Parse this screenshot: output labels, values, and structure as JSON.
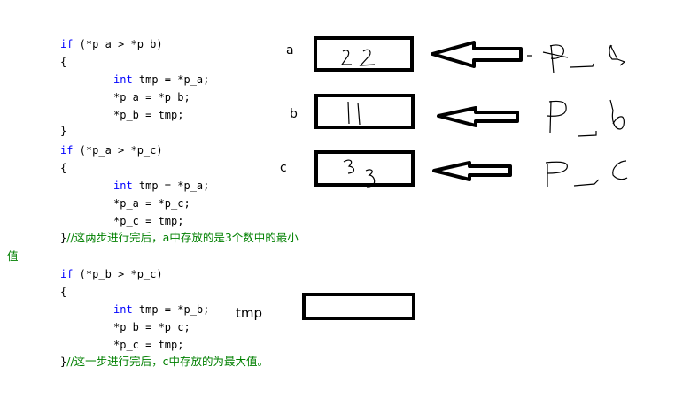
{
  "code": {
    "block1": {
      "if_kw": "if",
      "cond": " (*p_a > *p_b)",
      "open": "{",
      "int_kw": "int",
      "decl": " tmp = *p_a;",
      "line2": "*p_a = *p_b;",
      "line3": "*p_b = tmp;",
      "close": "}"
    },
    "block2": {
      "if_kw": "if",
      "cond": " (*p_a > *p_c)",
      "open": "{",
      "int_kw": "int",
      "decl": " tmp = *p_a;",
      "line2": "*p_a = *p_c;",
      "line3": "*p_c = tmp;",
      "close": "}",
      "comment": "//这两步进行完后，a中存放的是3个数中的最小",
      "comment_wrap": "值"
    },
    "block3": {
      "if_kw": "if",
      "cond": " (*p_b > *p_c)",
      "open": "{",
      "int_kw": "int",
      "decl": " tmp = *p_b;",
      "line2": "*p_b = *p_c;",
      "line3": "*p_c = tmp;",
      "close": "}",
      "comment": "//这一步进行完后，c中存放的为最大值。"
    }
  },
  "diagram": {
    "variables": [
      {
        "name": "a",
        "value": "22",
        "pointer": "p_a"
      },
      {
        "name": "b",
        "value": "11",
        "pointer": "p_b"
      },
      {
        "name": "c",
        "value": "33",
        "pointer": "p_c"
      }
    ],
    "tmp": {
      "name": "tmp",
      "value": ""
    }
  }
}
